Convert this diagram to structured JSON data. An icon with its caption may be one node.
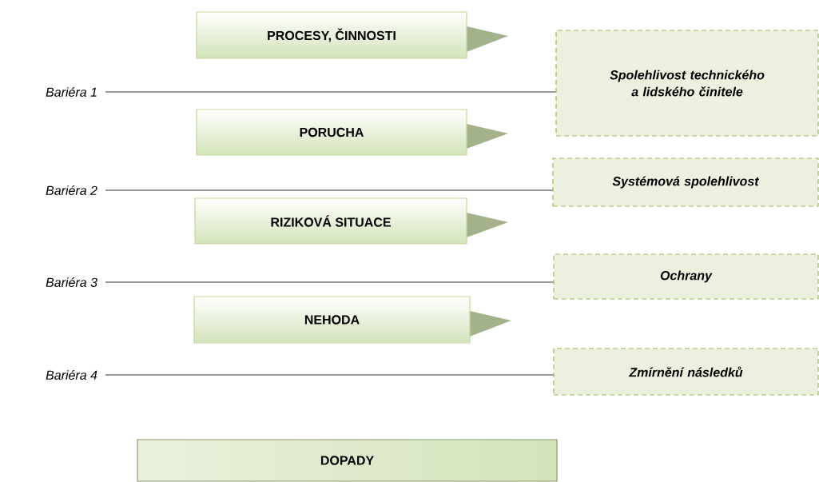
{
  "diagram": {
    "nodes": [
      {
        "text": [
          "PROCESY, ČINNOSTI"
        ]
      },
      {
        "text": [
          "Bariéra 1"
        ]
      },
      {
        "text": [
          "Spolehlivost technického a lidského činitele"
        ]
      },
      {
        "text": [
          "PORUCHA"
        ]
      },
      {
        "text": [
          "Bariéra 2"
        ]
      },
      {
        "text": [
          "Systémová spolehlivost"
        ]
      },
      {
        "text": [
          "RIZIKOVÁ SITUACE"
        ]
      },
      {
        "text": [
          "Bariéra 3"
        ]
      },
      {
        "text": [
          "Ochrany"
        ]
      },
      {
        "text": [
          "NEHODA"
        ]
      },
      {
        "text": [
          "Bariéra 4"
        ]
      },
      {
        "text": [
          "Zmírnění následků"
        ]
      },
      {
        "text": [
          "DOPADY"
        ]
      }
    ],
    "edges": [
      {
        "from": 1,
        "to": 2,
        "arrow": "none"
      },
      {
        "from": 4,
        "to": 5,
        "arrow": "none"
      },
      {
        "from": 7,
        "to": 8,
        "arrow": "none"
      },
      {
        "from": 10,
        "to": 11,
        "arrow": "none"
      }
    ]
  }
}
